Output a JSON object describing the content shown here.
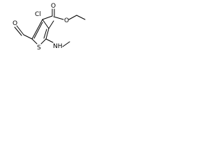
{
  "molecule": {
    "atoms": {
      "cl": "Cl",
      "o_carbonyl": "O",
      "o_ester": "O",
      "s": "S",
      "o_aldehyde": "O",
      "nh": "NH"
    },
    "colors": {
      "bond": "#000000",
      "text": "#000000",
      "background": "#ffffff"
    }
  }
}
